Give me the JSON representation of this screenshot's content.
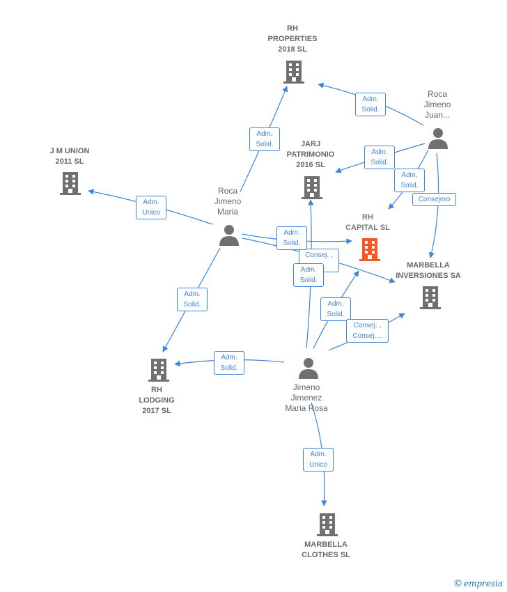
{
  "colors": {
    "edge": "#3d85d6",
    "node_icon": "#707070",
    "focus_icon": "#f05a28",
    "label": "#666666",
    "brand": "#1f6fb5"
  },
  "nodes": {
    "rh_properties": {
      "label_lines": [
        "RH",
        "PROPERTIES",
        "2018  SL"
      ],
      "icon": "building-icon"
    },
    "jm_union": {
      "label_lines": [
        "J M UNION",
        "2011 SL"
      ],
      "icon": "building-icon"
    },
    "jarj": {
      "label_lines": [
        "JARJ",
        "PATRIMONIO",
        "2016  SL"
      ],
      "icon": "building-icon"
    },
    "rh_capital": {
      "label_lines": [
        "RH",
        "CAPITAL  SL"
      ],
      "icon": "building-icon",
      "focus": true
    },
    "marbella_inv": {
      "label_lines": [
        "MARBELLA",
        "INVERSIONES SA"
      ],
      "icon": "building-icon"
    },
    "rh_lodging": {
      "label_lines": [
        "RH",
        "LODGING",
        "2017  SL"
      ],
      "icon": "building-icon"
    },
    "marbella_clothes": {
      "label_lines": [
        "MARBELLA",
        "CLOTHES SL"
      ],
      "icon": "building-icon"
    },
    "roca_juan": {
      "label_lines": [
        "Roca",
        "Jimeno",
        "Juan..."
      ],
      "icon": "person-icon"
    },
    "roca_maria": {
      "label_lines": [
        "Roca",
        "Jimeno",
        "Maria"
      ],
      "icon": "person-icon"
    },
    "jimeno_maria_rosa": {
      "label_lines": [
        "Jimeno",
        "Jimenez",
        "Maria Rosa"
      ],
      "icon": "person-icon"
    }
  },
  "edge_labels": {
    "juan_to_properties": [
      "Adm.",
      "Solid."
    ],
    "juan_to_jarj": [
      "Adm.",
      "Solid."
    ],
    "juan_to_capital": [
      "Adm.",
      "Solid."
    ],
    "juan_to_marbella_inv": [
      "Consejero"
    ],
    "maria_to_properties": [
      "Adm.",
      "Solid."
    ],
    "maria_to_jm_union": [
      "Adm.",
      "Unico"
    ],
    "maria_to_capital": [
      "Adm.",
      "Solid."
    ],
    "maria_to_marbella_inv": [
      "Consej. ,",
      "..."
    ],
    "maria_to_lodging": [
      "Adm.",
      "Solid."
    ],
    "rosa_to_jarj": [
      "Adm.",
      "Solid."
    ],
    "rosa_to_capital": [
      "Adm.",
      "Solid."
    ],
    "rosa_to_marbella_inv": [
      "Consej. ,",
      "Consej...."
    ],
    "rosa_to_lodging": [
      "Adm.",
      "Solid."
    ],
    "rosa_to_clothes": [
      "Adm.",
      "Unico"
    ]
  },
  "brand": {
    "copyright": "©",
    "name": "empresia"
  }
}
